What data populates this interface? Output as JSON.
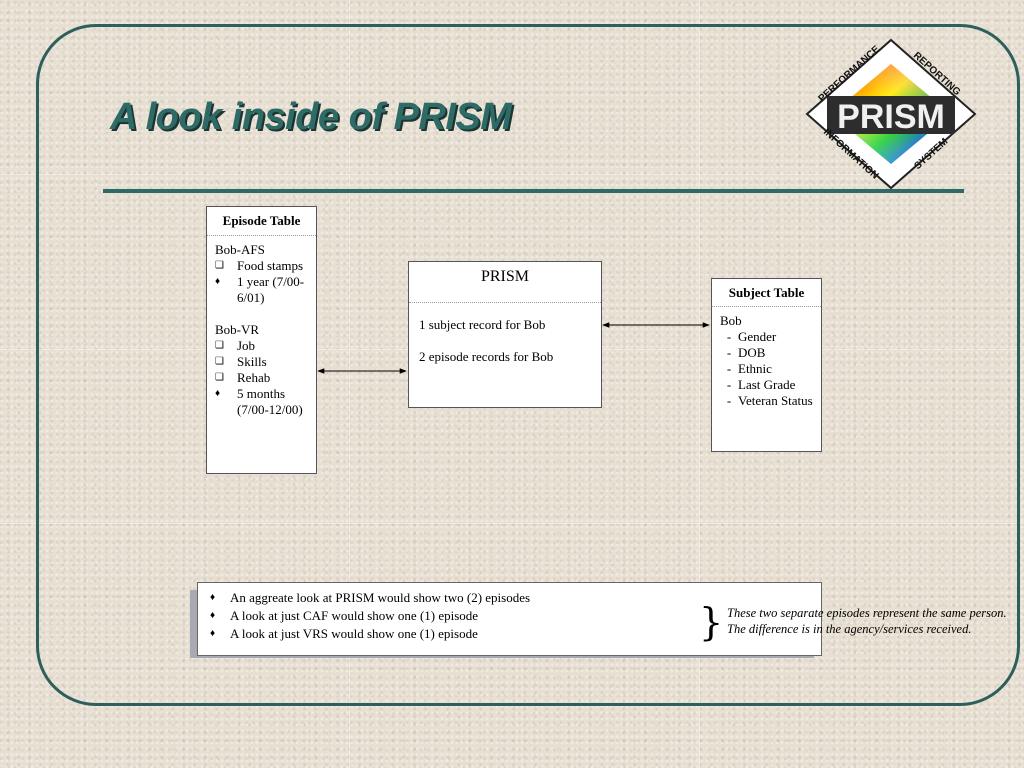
{
  "slide": {
    "title": "A look inside of PRISM"
  },
  "logo": {
    "center_text": "PRISM",
    "top_left": "PERFORMANCE",
    "top_right": "REPORTING",
    "bottom_left": "INFORMATION",
    "bottom_right": "SYSTEM"
  },
  "episode_table": {
    "header": "Episode Table",
    "group1_name": "Bob-AFS",
    "group1_items": [
      {
        "marker": "❑",
        "text": "Food stamps"
      },
      {
        "marker": "♦",
        "text": "1 year (7/00-6/01)"
      }
    ],
    "group2_name": "Bob-VR",
    "group2_items": [
      {
        "marker": "❑",
        "text": "Job"
      },
      {
        "marker": "❑",
        "text": "Skills"
      },
      {
        "marker": "❑",
        "text": "Rehab"
      },
      {
        "marker": "♦",
        "text": "5 months (7/00-12/00)"
      }
    ]
  },
  "prism_box": {
    "header": "PRISM",
    "line1": "1 subject record for Bob",
    "line2": "2 episode records for Bob"
  },
  "subject_table": {
    "header": "Subject Table",
    "name": "Bob",
    "fields": [
      "Gender",
      "DOB",
      "Ethnic",
      "Last Grade",
      "Veteran Status"
    ],
    "dash": "-"
  },
  "note": {
    "bullets": [
      "An aggreate look at PRISM  would show two (2) episodes",
      "A look at just CAF would show one (1) episode",
      "A look at just VRS would show one (1) episode"
    ],
    "bullet_marker": "♦",
    "brace": "}",
    "italic_text": "These two separate episodes represent the same person.  The difference is in the agency/services received."
  },
  "colors": {
    "accent": "#2e6a66",
    "frame": "#2e5f5c"
  }
}
